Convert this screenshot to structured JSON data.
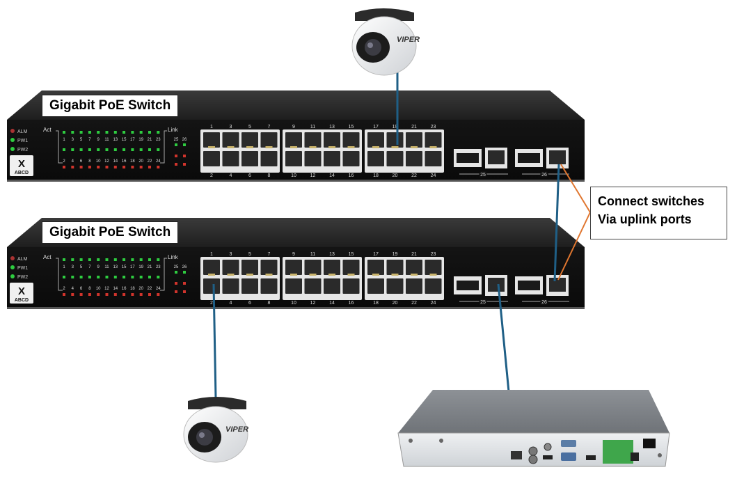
{
  "switches": [
    {
      "label": "Gigabit PoE Switch",
      "indicators": [
        "ALM",
        "PW1",
        "PW2"
      ],
      "logo_letter": "X",
      "logo_text": "ABCD",
      "act_label": "Act",
      "link_label": "Link",
      "led_numbers_top": [
        "1",
        "3",
        "5",
        "7",
        "9",
        "11",
        "13",
        "15",
        "17",
        "19",
        "21",
        "23"
      ],
      "led_numbers_bottom": [
        "2",
        "4",
        "6",
        "8",
        "10",
        "12",
        "14",
        "16",
        "18",
        "20",
        "22",
        "24"
      ],
      "link_numbers": [
        "25",
        "26"
      ],
      "port_numbers_top": [
        "1",
        "3",
        "5",
        "7",
        "9",
        "11",
        "13",
        "15",
        "17",
        "19",
        "21",
        "23"
      ],
      "port_numbers_bottom": [
        "2",
        "4",
        "6",
        "8",
        "10",
        "12",
        "14",
        "16",
        "18",
        "20",
        "22",
        "24"
      ],
      "uplink_labels": [
        "25",
        "26"
      ]
    },
    {
      "label": "Gigabit PoE Switch",
      "indicators": [
        "ALM",
        "PW1",
        "PW2"
      ],
      "logo_letter": "X",
      "logo_text": "ABCD",
      "act_label": "Act",
      "link_label": "Link",
      "led_numbers_top": [
        "1",
        "3",
        "5",
        "7",
        "9",
        "11",
        "13",
        "15",
        "17",
        "19",
        "21",
        "23"
      ],
      "led_numbers_bottom": [
        "2",
        "4",
        "6",
        "8",
        "10",
        "12",
        "14",
        "16",
        "18",
        "20",
        "22",
        "24"
      ],
      "link_numbers": [
        "25",
        "26"
      ],
      "port_numbers_top": [
        "1",
        "3",
        "5",
        "7",
        "9",
        "11",
        "13",
        "15",
        "17",
        "19",
        "21",
        "23"
      ],
      "port_numbers_bottom": [
        "2",
        "4",
        "6",
        "8",
        "10",
        "12",
        "14",
        "16",
        "18",
        "20",
        "22",
        "24"
      ],
      "uplink_labels": [
        "25",
        "26"
      ]
    }
  ],
  "cameras": [
    {
      "brand": "VIPER"
    },
    {
      "brand": "VIPER"
    }
  ],
  "callout": {
    "line1": "Connect switches",
    "line2": "Via uplink ports"
  },
  "colors": {
    "switch_body": "#1c1c1c",
    "switch_top": "#2e2e2e",
    "cable_blue": "#1f5f86",
    "callout_orange": "#e0762f",
    "led_green": "#2ecc40",
    "led_red": "#d0342c"
  }
}
